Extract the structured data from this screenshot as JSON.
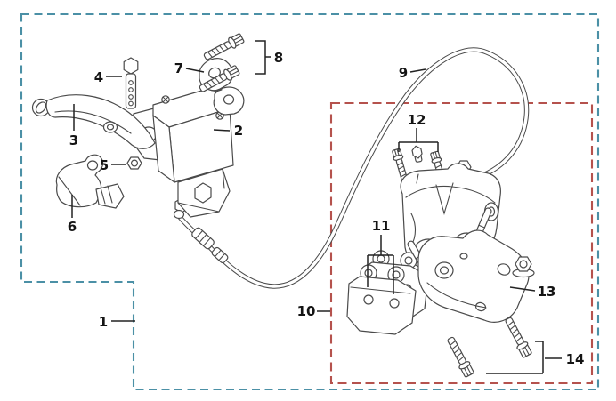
{
  "callouts": {
    "c1": {
      "number": "1"
    },
    "c2": {
      "number": "2"
    },
    "c3": {
      "number": "3"
    },
    "c4": {
      "number": "4"
    },
    "c5": {
      "number": "5"
    },
    "c6": {
      "number": "6"
    },
    "c7": {
      "number": "7"
    },
    "c8": {
      "number": "8"
    },
    "c9": {
      "number": "9"
    },
    "c10": {
      "number": "10"
    },
    "c11": {
      "number": "11"
    },
    "c12": {
      "number": "12"
    },
    "c13": {
      "number": "13"
    },
    "c14": {
      "number": "14"
    }
  },
  "colors": {
    "main_group_box": "#4b90a6",
    "sub_group_box": "#b5524d",
    "callout_1": "#4b90a6",
    "callout_10": "#b5524d",
    "callout_default": "#141414",
    "artwork_line": "#4a4a4a",
    "background": "#ffffff"
  }
}
